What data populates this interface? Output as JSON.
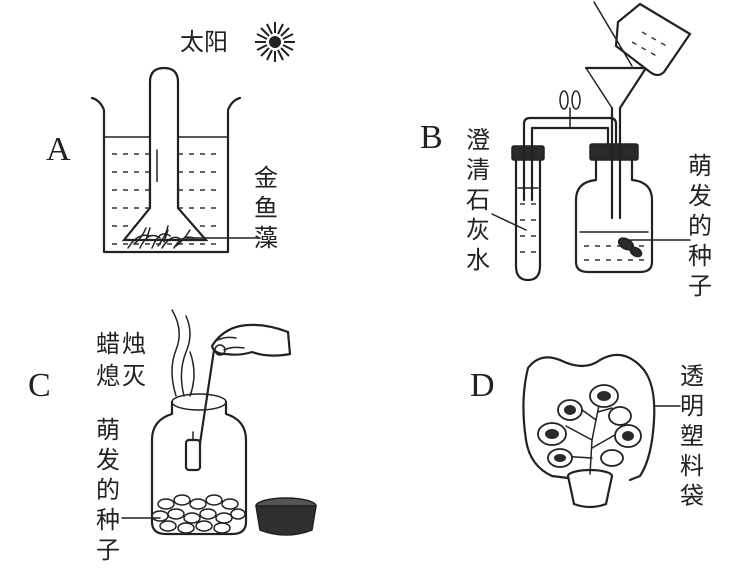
{
  "panels": [
    {
      "letter": "A",
      "labels": {
        "sun": "太阳",
        "plant": "金鱼藻"
      }
    },
    {
      "letter": "B",
      "labels": {
        "limewater": "澄清石灰水",
        "seeds": "萌发的种子"
      }
    },
    {
      "letter": "C",
      "labels": {
        "candle": "蜡烛熄灭",
        "seeds": "萌发的种子"
      }
    },
    {
      "letter": "D",
      "labels": {
        "bag": "透明塑料袋"
      }
    }
  ]
}
